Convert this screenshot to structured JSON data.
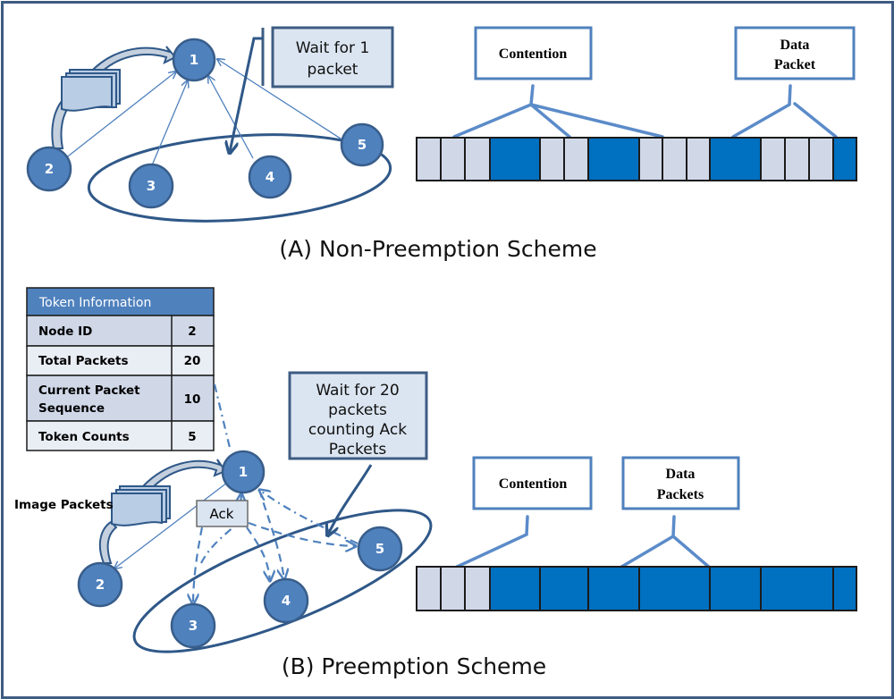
{
  "colors": {
    "frame": "#3e5c83",
    "node_fill": "#4f81bd",
    "node_stroke": "#385d8a",
    "contention_cell": "#d0d8e8",
    "data_cell": "#0070c0",
    "callout_fill": "#dbe5f1",
    "table_header": "#4f81bd"
  },
  "panel_a": {
    "caption": "(A) Non-Preemption Scheme",
    "nodes": [
      "1",
      "2",
      "3",
      "4",
      "5"
    ],
    "callout_lines": [
      "Wait for 1",
      "packet"
    ],
    "contention_label": "Contention",
    "data_label_lines": [
      "Data",
      "Packet"
    ],
    "slots": [
      "contention",
      "contention",
      "contention",
      "data",
      "contention",
      "contention",
      "data",
      "contention",
      "contention",
      "contention",
      "data",
      "contention",
      "contention",
      "contention",
      "data"
    ]
  },
  "panel_b": {
    "caption": "(B) Preemption Scheme",
    "nodes": [
      "1",
      "2",
      "3",
      "4",
      "5"
    ],
    "callout_lines": [
      "Wait for 20",
      "packets",
      "counting Ack",
      "Packets"
    ],
    "ack_label": "Ack",
    "image_packets_label": "Image Packets",
    "contention_label": "Contention",
    "data_label_lines": [
      "Data",
      "Packets"
    ],
    "slots": [
      "contention",
      "contention",
      "contention",
      "data",
      "data",
      "data",
      "data",
      "data",
      "data",
      "data"
    ],
    "token_table": {
      "title": "Token Information",
      "rows": [
        {
          "label_lines": [
            "Node ID"
          ],
          "value": "2"
        },
        {
          "label_lines": [
            "Total Packets"
          ],
          "value": "20"
        },
        {
          "label_lines": [
            "Current Packet",
            "Sequence"
          ],
          "value": "10"
        },
        {
          "label_lines": [
            "Token Counts"
          ],
          "value": "5"
        }
      ]
    }
  }
}
